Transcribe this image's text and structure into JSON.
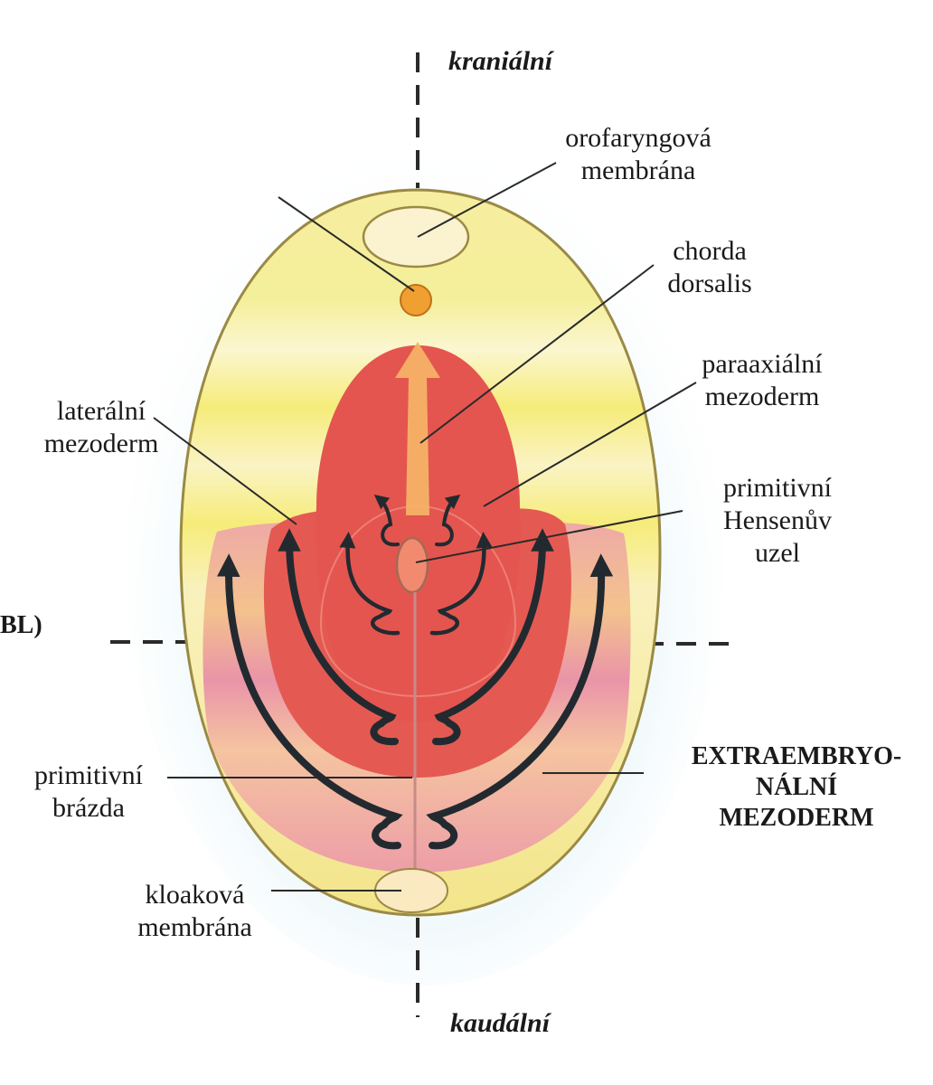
{
  "labels": {
    "cranial": "kraniální",
    "caudal": "kaudální",
    "oropharyngeal": "orofaryngová\nmembrána",
    "chorda": "chorda\ndorsalis",
    "paraaxial": "paraaxiální\nmezoderm",
    "lateral": "laterální\nmezoderm",
    "hensen": "primitivní\nHensenův\nuzel",
    "streak": "primitivní\nbrázda",
    "extraembryonic": "EXTRAEMBRYO-\nNÁLNÍ\nMEZODERM",
    "cloacal": "kloaková\nmembrána",
    "cut_left_fragment": "BL)"
  },
  "colors": {
    "outline": "#9a8a45",
    "yellow": "#f6ec7a",
    "pink": "#eba0a8",
    "red": "#e0564e",
    "chorda": "#f6b266",
    "arrow": "#222a30",
    "leader": "#2a2a2a"
  }
}
